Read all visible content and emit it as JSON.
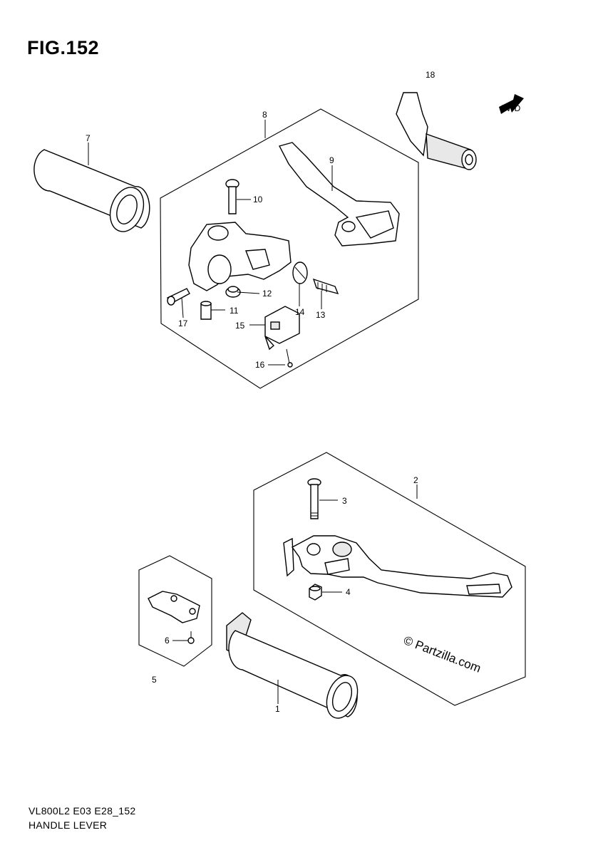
{
  "figure": {
    "title": "FIG.152",
    "model_code": "VL800L2 E03 E28_152",
    "section_name": "HANDLE LEVER",
    "watermark": "© Partzilla.com",
    "fwd_mark": "FWD"
  },
  "callouts": {
    "c1": "1",
    "c2": "2",
    "c3": "3",
    "c4": "4",
    "c5": "5",
    "c6": "6",
    "c7": "7",
    "c8": "8",
    "c9": "9",
    "c10": "10",
    "c11": "11",
    "c12": "12",
    "c13": "13",
    "c14": "14",
    "c15": "15",
    "c16": "16",
    "c17": "17",
    "c18": "18"
  }
}
